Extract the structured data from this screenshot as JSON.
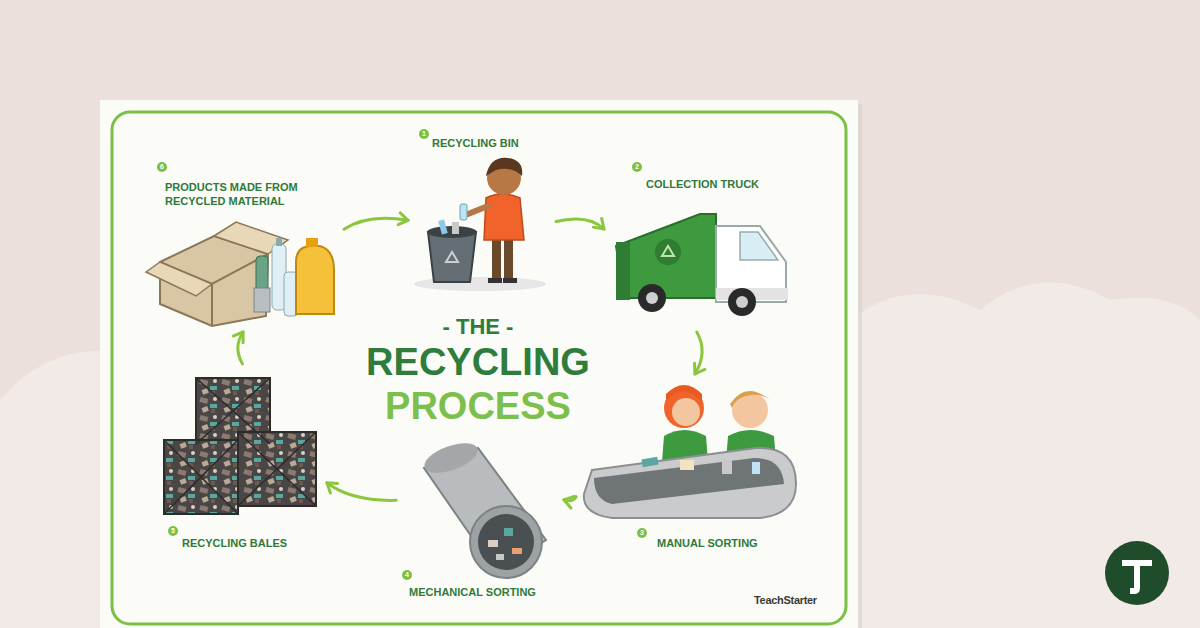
{
  "diagram": {
    "title": "RECYCLING PROCESS",
    "nodes": [
      {
        "text": [
          "1",
          "RECYCLING BIN"
        ]
      },
      {
        "text": [
          "2",
          "COLLECTION TRUCK"
        ]
      },
      {
        "text": [
          "3",
          "MANUAL SORTING"
        ]
      },
      {
        "text": [
          "4",
          "MECHANICAL SORTING"
        ]
      },
      {
        "text": [
          "5",
          "RECYCLING BALES"
        ]
      },
      {
        "text": [
          "6",
          "PRODUCTS MADE FROM RECYCLED MATERIAL"
        ]
      }
    ],
    "edges": [
      {
        "from": 0,
        "to": 1,
        "arrow": "to"
      },
      {
        "from": 1,
        "to": 2,
        "arrow": "to"
      },
      {
        "from": 2,
        "to": 3,
        "arrow": "to"
      },
      {
        "from": 3,
        "to": 4,
        "arrow": "to"
      },
      {
        "from": 4,
        "to": 5,
        "arrow": "to"
      },
      {
        "from": 5,
        "to": 0,
        "arrow": "to"
      }
    ],
    "labels": [
      "- THE -",
      "TeachStarter"
    ]
  }
}
